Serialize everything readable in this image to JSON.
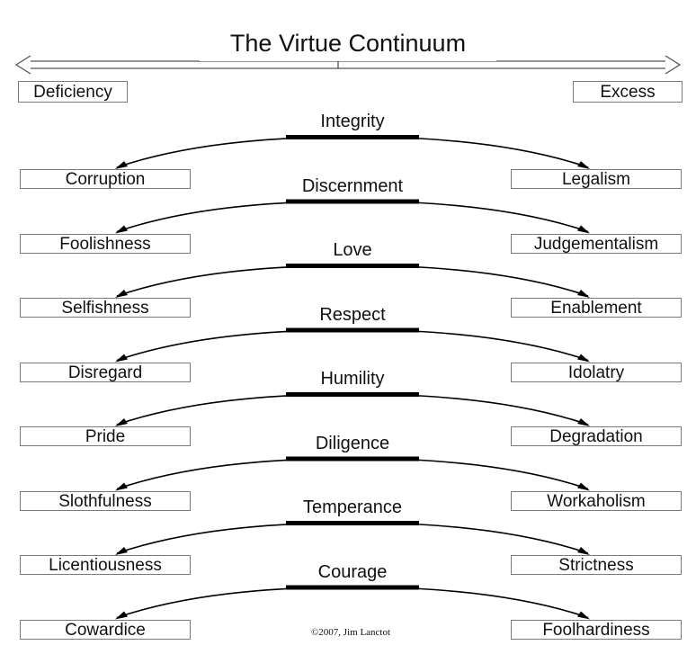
{
  "title": "The Virtue Continuum",
  "scale": {
    "left_label": "Deficiency",
    "right_label": "Excess"
  },
  "rows": [
    {
      "virtue": "Integrity",
      "deficiency": "Corruption",
      "excess": "Legalism"
    },
    {
      "virtue": "Discernment",
      "deficiency": "Foolishness",
      "excess": "Judgementalism"
    },
    {
      "virtue": "Love",
      "deficiency": "Selfishness",
      "excess": "Enablement"
    },
    {
      "virtue": "Respect",
      "deficiency": "Disregard",
      "excess": "Idolatry"
    },
    {
      "virtue": "Humility",
      "deficiency": "Pride",
      "excess": "Degradation"
    },
    {
      "virtue": "Diligence",
      "deficiency": "Slothfulness",
      "excess": "Workaholism"
    },
    {
      "virtue": "Temperance",
      "deficiency": "Licentiousness",
      "excess": "Strictness"
    },
    {
      "virtue": "Courage",
      "deficiency": "Cowardice",
      "excess": "Foolhardiness"
    }
  ],
  "copyright": "©2007, Jim Lanctot"
}
